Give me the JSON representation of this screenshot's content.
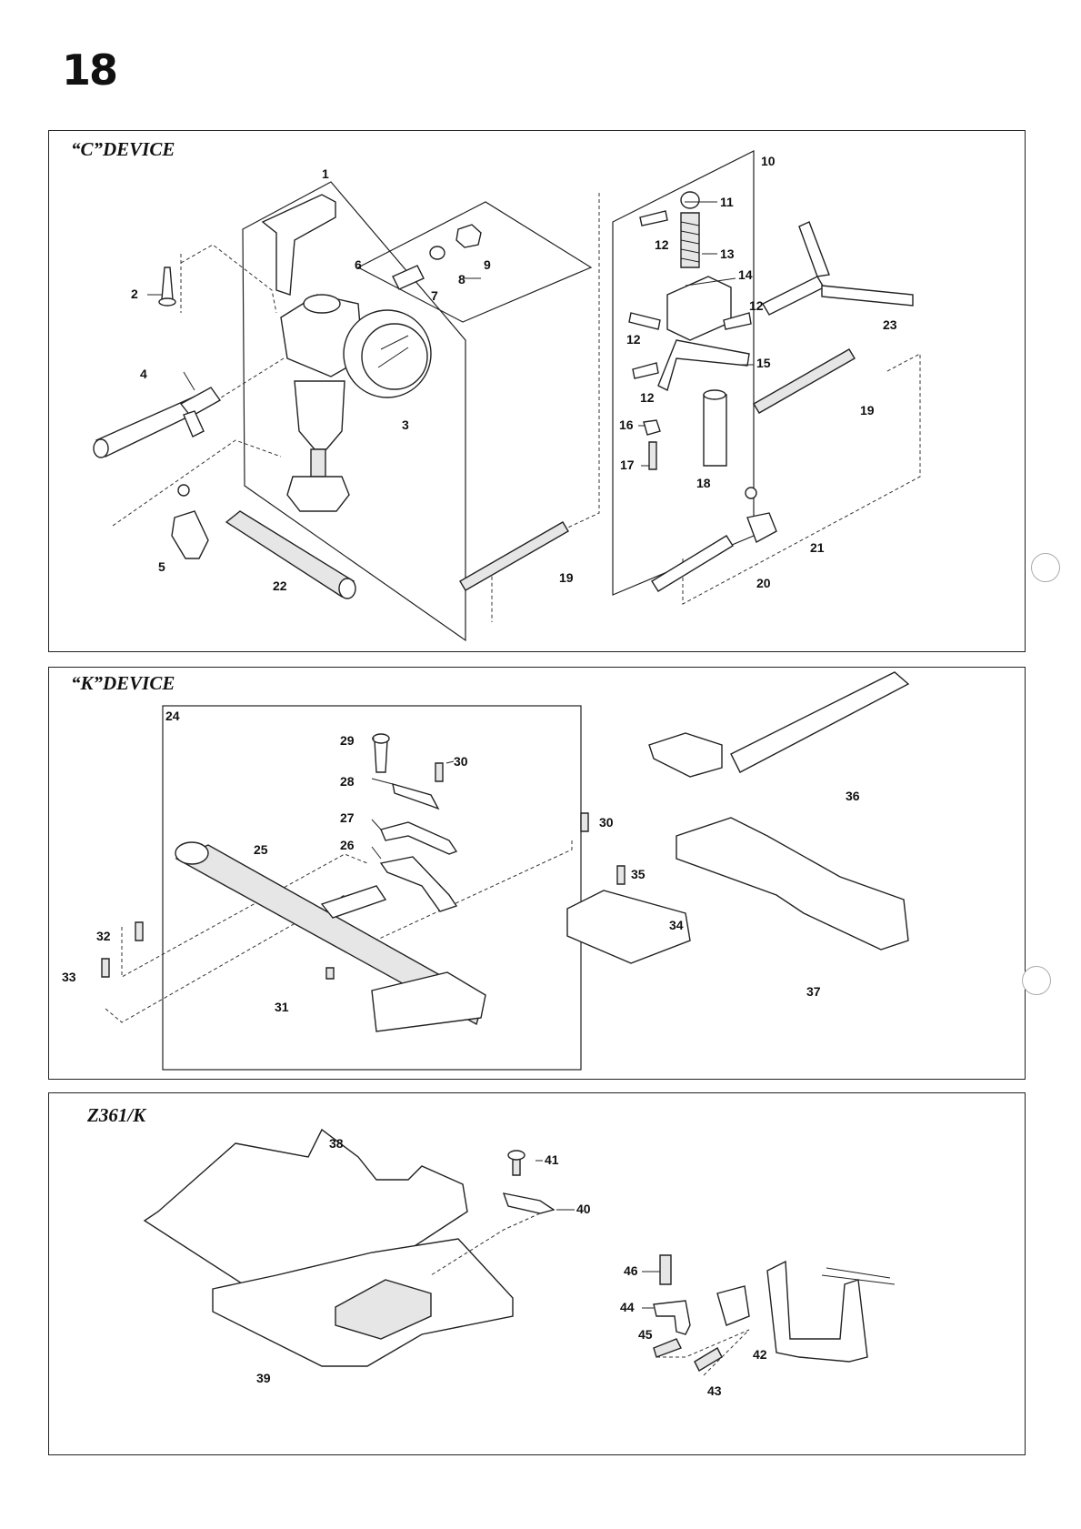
{
  "page_number": "18",
  "panels": {
    "c_device": {
      "title": "“C”DEVICE",
      "callouts": [
        "1",
        "2",
        "3",
        "4",
        "5",
        "6",
        "7",
        "8",
        "9",
        "10",
        "11",
        "12",
        "12",
        "12",
        "12",
        "13",
        "14",
        "15",
        "16",
        "17",
        "18",
        "19",
        "19",
        "20",
        "21",
        "22",
        "23"
      ]
    },
    "k_device": {
      "title": "“K”DEVICE",
      "callouts": [
        "24",
        "25",
        "26",
        "27",
        "28",
        "29",
        "30",
        "30",
        "31",
        "32",
        "33",
        "34",
        "35",
        "36",
        "37"
      ]
    },
    "z361k": {
      "title": "Z361/K",
      "callouts": [
        "38",
        "39",
        "40",
        "41",
        "42",
        "43",
        "44",
        "45",
        "46"
      ]
    }
  }
}
